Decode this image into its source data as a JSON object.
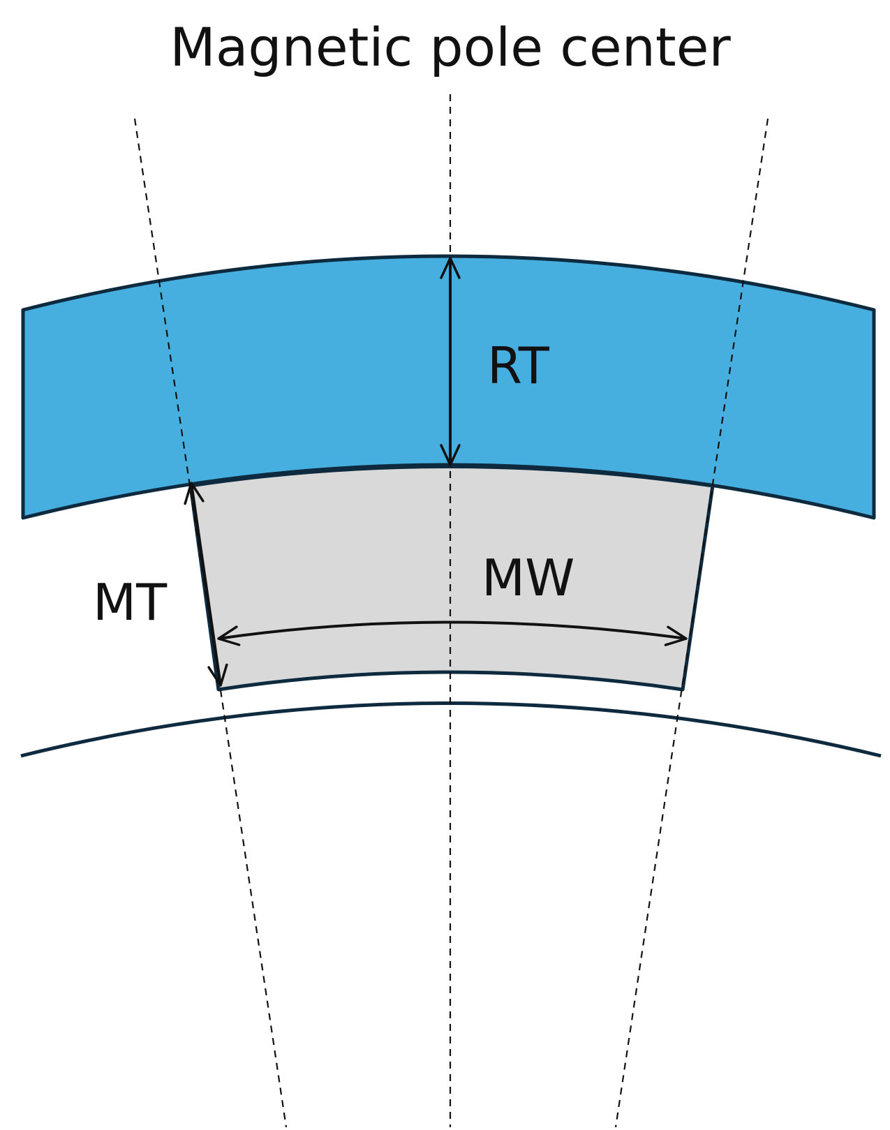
{
  "title": "Magnetic pole center",
  "labels": {
    "rt": "RT",
    "mw": "MW",
    "mt": "MT"
  },
  "colors": {
    "rotor_fill": "#47AFE0",
    "magnet_fill": "#D9D9D9",
    "outline": "#0E2A3F",
    "arrow": "#111111",
    "guide_line": "#111111"
  }
}
